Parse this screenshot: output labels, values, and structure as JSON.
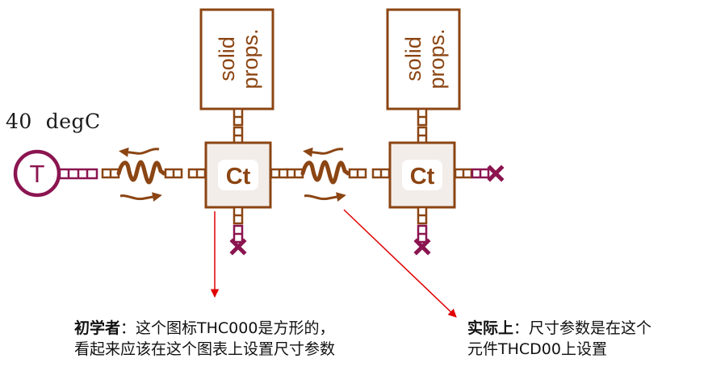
{
  "colors": {
    "brown": "#8B4513",
    "magenta": "#8B1550",
    "ct_fill": "#F3EDEA",
    "arrow_red": "#E00000",
    "text": "#111111"
  },
  "boundary": {
    "value_label": "40  degC",
    "symbol_letter": "T"
  },
  "components": [
    {
      "id": "ct1",
      "label": "Ct",
      "props_label_line1": "solid",
      "props_label_line2": "props."
    },
    {
      "id": "ct2",
      "label": "Ct",
      "props_label_line1": "solid",
      "props_label_line2": "props."
    }
  ],
  "conductors": [
    {
      "id": "cond1",
      "icon": "heat-conductor-zigzag"
    },
    {
      "id": "cond2",
      "icon": "heat-conductor-zigzag"
    }
  ],
  "annotations": [
    {
      "bold": "初学者",
      "text_line1": "：这个图标THC000是方形的，",
      "text_line2": "看起来应该在这个图表上设置尺寸参数"
    },
    {
      "bold": "实际上",
      "text_line1": "：尺寸参数是在这个",
      "text_line2": "元件THCD00上设置"
    }
  ]
}
